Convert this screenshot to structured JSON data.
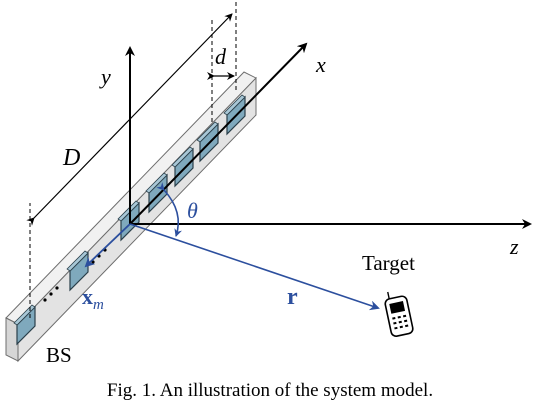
{
  "labels": {
    "axis_x": "x",
    "axis_y": "y",
    "axis_z": "z",
    "aperture": "D",
    "spacing": "d",
    "angle": "θ",
    "element_vector_main": "x",
    "element_vector_sub": "m",
    "target_vector": "r",
    "target": "Target",
    "base_station": "BS",
    "ellipsis": "…"
  },
  "caption": "Fig. 1. An illustration of the system model.",
  "colors": {
    "ink": "#000000",
    "accent_blue": "#2c4f9e",
    "antenna_fill": "#7fa9bd",
    "antenna_stroke": "#2a3f4a",
    "array_bar_fill": "#e8e8e8",
    "array_bar_stroke": "#6d6d6d"
  },
  "icons": {
    "target_device": "mobile-phone-icon"
  }
}
